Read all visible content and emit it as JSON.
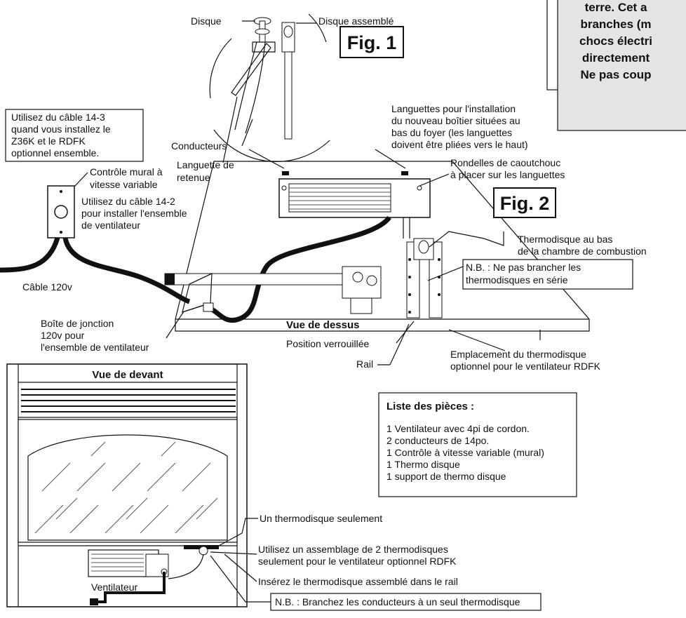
{
  "warning_lines": [
    "terre. Cet a",
    "branches (m",
    "chocs électri",
    "directement",
    "Ne pas coup"
  ],
  "fig1": {
    "title": "Fig. 1",
    "disque": "Disque",
    "disque_assemble": "Disque  assemblé",
    "conducteurs": "Conducteurs",
    "languette_line1": "Languette de",
    "languette_line2": "retenue"
  },
  "note_cable_14_3": [
    "Utilisez du câble 14-3",
    "quand vous installez le",
    "Z36K et le RDFK",
    "optionnel ensemble."
  ],
  "fig2": {
    "title": "Fig. 2",
    "languettes": [
      "Languettes pour l'installation",
      "du nouveau boîtier situées au",
      "bas du foyer (les languettes",
      "doivent être pliées vers le haut)"
    ],
    "rondelles": [
      "Rondelles de caoutchouc",
      "à placer sur les languettes"
    ],
    "controle": [
      "Contrôle mural à",
      "vitesse variable"
    ],
    "cable_14_2": [
      "Utilisez du câble 14-2",
      "pour installer l'ensemble",
      "de ventilateur"
    ],
    "thermodisque_bas": [
      "Thermodisque au bas",
      "de la chambre de combustion"
    ],
    "nb_serie": [
      "N.B. : Ne pas brancher les",
      "thermodisques en série"
    ],
    "cable_120v": "Câble 120v",
    "boite": [
      "Boîte de jonction",
      "120v pour",
      "l'ensemble de ventilateur"
    ],
    "vue_dessus": "Vue de dessus",
    "position": "Position verrouillée",
    "rail": "Rail",
    "emplacement": [
      "Emplacement du thermodisque",
      "optionnel pour le ventilateur RDFK"
    ]
  },
  "front": {
    "vue_devant": "Vue de devant",
    "ventilateur": "Ventilateur",
    "un_thermodisque": "Un thermodisque seulement",
    "assemblage": [
      "Utilisez un assemblage de 2 thermodisques",
      "seulement pour le ventilateur optionnel RDFK"
    ],
    "inserez": "Insérez le thermodisque assemblé dans le rail",
    "nb_branchez": "N.B. : Branchez les conducteurs à un seul thermodisque"
  },
  "parts": {
    "title": "Liste des pièces :",
    "items": [
      "1  Ventilateur avec 4pi de cordon.",
      "2 conducteurs de 14po.",
      "1 Contrôle à vitesse variable (mural)",
      "1 Thermo disque",
      "1 support de thermo disque"
    ]
  }
}
